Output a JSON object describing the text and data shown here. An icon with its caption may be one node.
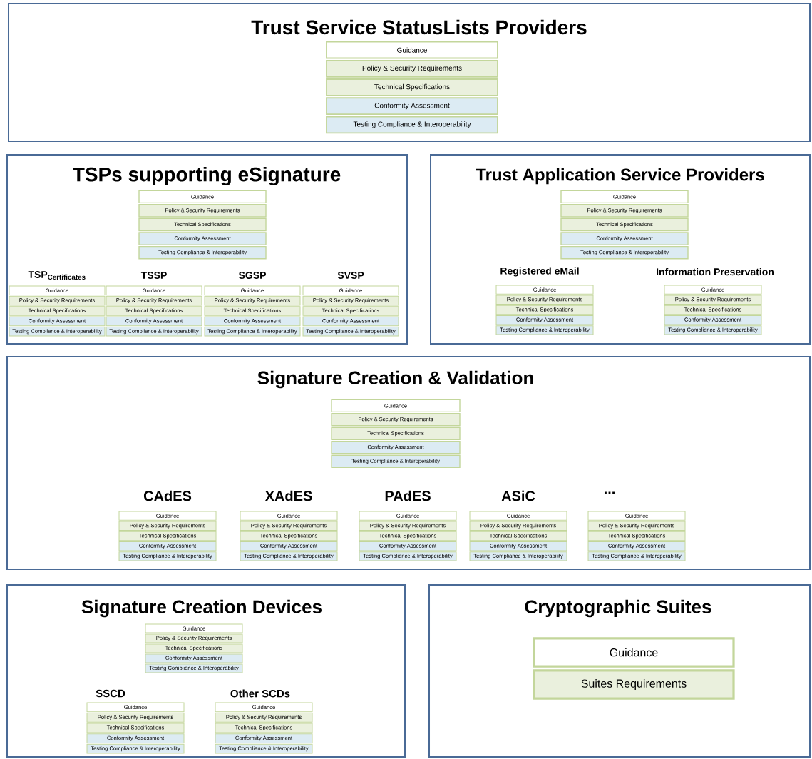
{
  "diagram": {
    "nodes": [
      {
        "text": [
          "Trust Service StatusLists Providers"
        ]
      },
      {
        "text": [
          "Guidance"
        ],
        "in": 0
      },
      {
        "text": [
          "Policy & Security Requirements"
        ],
        "in": 0
      },
      {
        "text": [
          "Technical Specifications"
        ],
        "in": 0
      },
      {
        "text": [
          "Conformity Assessment"
        ],
        "in": 0
      },
      {
        "text": [
          "Testing Compliance & Interoperability"
        ],
        "in": 0
      },
      {
        "text": [
          "TSPs supporting eSignature"
        ]
      },
      {
        "text": [
          "Guidance"
        ],
        "in": 6
      },
      {
        "text": [
          "Policy & Security Requirements"
        ],
        "in": 6
      },
      {
        "text": [
          "Technical Specifications"
        ],
        "in": 6
      },
      {
        "text": [
          "Conformity Assessment"
        ],
        "in": 6
      },
      {
        "text": [
          "Testing Compliance & Interoperability"
        ],
        "in": 6
      },
      {
        "text": [
          "Guidance"
        ],
        "in": 6
      },
      {
        "text": [
          "Policy & Security Requirements"
        ],
        "in": 6
      },
      {
        "text": [
          "Technical Specifications"
        ],
        "in": 6
      },
      {
        "text": [
          "Conformity Assessment"
        ],
        "in": 6
      },
      {
        "text": [
          "Testing Compliance & Interoperability"
        ],
        "in": 6
      },
      {
        "text": [
          "Guidance"
        ],
        "in": 6
      },
      {
        "text": [
          "Policy & Security Requirements"
        ],
        "in": 6
      },
      {
        "text": [
          "Technical Specifications"
        ],
        "in": 6
      },
      {
        "text": [
          "Conformity Assessment"
        ],
        "in": 6
      },
      {
        "text": [
          "Testing Compliance & Interoperability"
        ],
        "in": 6
      },
      {
        "text": [
          "Guidance"
        ],
        "in": 6
      },
      {
        "text": [
          "Policy & Security Requirements"
        ],
        "in": 6
      },
      {
        "text": [
          "Technical Specifications"
        ],
        "in": 6
      },
      {
        "text": [
          "Conformity Assessment"
        ],
        "in": 6
      },
      {
        "text": [
          "Testing Compliance & Interoperability"
        ],
        "in": 6
      },
      {
        "text": [
          "Guidance"
        ],
        "in": 6
      },
      {
        "text": [
          "Policy & Security Requirements"
        ],
        "in": 6
      },
      {
        "text": [
          "Technical Specifications"
        ],
        "in": 6
      },
      {
        "text": [
          "Conformity Assessment"
        ],
        "in": 6
      },
      {
        "text": [
          "Testing Compliance & Interoperability"
        ],
        "in": 6
      },
      {
        "text": [
          "Trust Application Service Providers"
        ]
      },
      {
        "text": [
          "Guidance"
        ],
        "in": 32
      },
      {
        "text": [
          "Policy & Security Requirements"
        ],
        "in": 32
      },
      {
        "text": [
          "Technical Specifications"
        ],
        "in": 32
      },
      {
        "text": [
          "Conformity Assessment"
        ],
        "in": 32
      },
      {
        "text": [
          "Testing Compliance & Interoperability"
        ],
        "in": 32
      },
      {
        "text": [
          "Guidance"
        ],
        "in": 32
      },
      {
        "text": [
          "Policy & Security Requirements"
        ],
        "in": 32
      },
      {
        "text": [
          "Technical Specifications"
        ],
        "in": 32
      },
      {
        "text": [
          "Conformity Assessment"
        ],
        "in": 32
      },
      {
        "text": [
          "Testing Compliance & Interoperability"
        ],
        "in": 32
      },
      {
        "text": [
          "Guidance"
        ],
        "in": 32
      },
      {
        "text": [
          "Policy & Security Requirements"
        ],
        "in": 32
      },
      {
        "text": [
          "Technical Specifications"
        ],
        "in": 32
      },
      {
        "text": [
          "Conformity Assessment"
        ],
        "in": 32
      },
      {
        "text": [
          "Testing Compliance & Interoperability"
        ],
        "in": 32
      },
      {
        "text": [
          "Signature Creation & Validation"
        ]
      },
      {
        "text": [
          "Guidance"
        ],
        "in": 48
      },
      {
        "text": [
          "Policy & Security Requirements"
        ],
        "in": 48
      },
      {
        "text": [
          "Technical Specifications"
        ],
        "in": 48
      },
      {
        "text": [
          "Conformity Assessment"
        ],
        "in": 48
      },
      {
        "text": [
          "Testing Compliance & Interoperability"
        ],
        "in": 48
      },
      {
        "text": [
          "Guidance"
        ],
        "in": 48
      },
      {
        "text": [
          "Policy & Security Requirements"
        ],
        "in": 48
      },
      {
        "text": [
          "Technical Specifications"
        ],
        "in": 48
      },
      {
        "text": [
          "Conformity Assessment"
        ],
        "in": 48
      },
      {
        "text": [
          "Testing Compliance & Interoperability"
        ],
        "in": 48
      },
      {
        "text": [
          "Guidance"
        ],
        "in": 48
      },
      {
        "text": [
          "Policy & Security Requirements"
        ],
        "in": 48
      },
      {
        "text": [
          "Technical Specifications"
        ],
        "in": 48
      },
      {
        "text": [
          "Conformity Assessment"
        ],
        "in": 48
      },
      {
        "text": [
          "Testing Compliance & Interoperability"
        ],
        "in": 48
      },
      {
        "text": [
          "Guidance"
        ],
        "in": 48
      },
      {
        "text": [
          "Policy & Security Requirements"
        ],
        "in": 48
      },
      {
        "text": [
          "Technical Specifications"
        ],
        "in": 48
      },
      {
        "text": [
          "Conformity Assessment"
        ],
        "in": 48
      },
      {
        "text": [
          "Testing Compliance & Interoperability"
        ],
        "in": 48
      },
      {
        "text": [
          "Guidance"
        ],
        "in": 48
      },
      {
        "text": [
          "Policy & Security Requirements"
        ],
        "in": 48
      },
      {
        "text": [
          "Technical Specifications"
        ],
        "in": 48
      },
      {
        "text": [
          "Conformity Assessment"
        ],
        "in": 48
      },
      {
        "text": [
          "Testing Compliance & Interoperability"
        ],
        "in": 48
      },
      {
        "text": [
          "Guidance"
        ],
        "in": 48
      },
      {
        "text": [
          "Policy & Security Requirements"
        ],
        "in": 48
      },
      {
        "text": [
          "Technical Specifications"
        ],
        "in": 48
      },
      {
        "text": [
          "Conformity Assessment"
        ],
        "in": 48
      },
      {
        "text": [
          "Testing Compliance & Interoperability"
        ],
        "in": 48
      },
      {
        "text": [
          "Signature Creation Devices"
        ]
      },
      {
        "text": [
          "Guidance"
        ],
        "in": 79
      },
      {
        "text": [
          "Policy & Security Requirements"
        ],
        "in": 79
      },
      {
        "text": [
          "Technical Specifications"
        ],
        "in": 79
      },
      {
        "text": [
          "Conformity Assessment"
        ],
        "in": 79
      },
      {
        "text": [
          "Testing Compliance & Interoperability"
        ],
        "in": 79
      },
      {
        "text": [
          "Guidance"
        ],
        "in": 79
      },
      {
        "text": [
          "Policy & Security Requirements"
        ],
        "in": 79
      },
      {
        "text": [
          "Technical Specifications"
        ],
        "in": 79
      },
      {
        "text": [
          "Conformity Assessment"
        ],
        "in": 79
      },
      {
        "text": [
          "Testing Compliance & Interoperability"
        ],
        "in": 79
      },
      {
        "text": [
          "Guidance"
        ],
        "in": 79
      },
      {
        "text": [
          "Policy & Security Requirements"
        ],
        "in": 79
      },
      {
        "text": [
          "Technical Specifications"
        ],
        "in": 79
      },
      {
        "text": [
          "Conformity Assessment"
        ],
        "in": 79
      },
      {
        "text": [
          "Testing Compliance & Interoperability"
        ],
        "in": 79
      },
      {
        "text": [
          "Cryptographic Suites"
        ]
      },
      {
        "text": [
          "Guidance"
        ],
        "in": 95
      },
      {
        "text": [
          "Suites Requirements"
        ],
        "in": 95
      }
    ],
    "labels": [
      "\\mathrm{TSP}_{\\mathrm{Certificates}}",
      "TSSP",
      "SGSP",
      "SVSP",
      "Registered eMail",
      "Information Preservation",
      "CAdES",
      "XAdES",
      "PAdES",
      "ASiC",
      "...",
      "SSCD",
      "Other SCDs"
    ]
  }
}
